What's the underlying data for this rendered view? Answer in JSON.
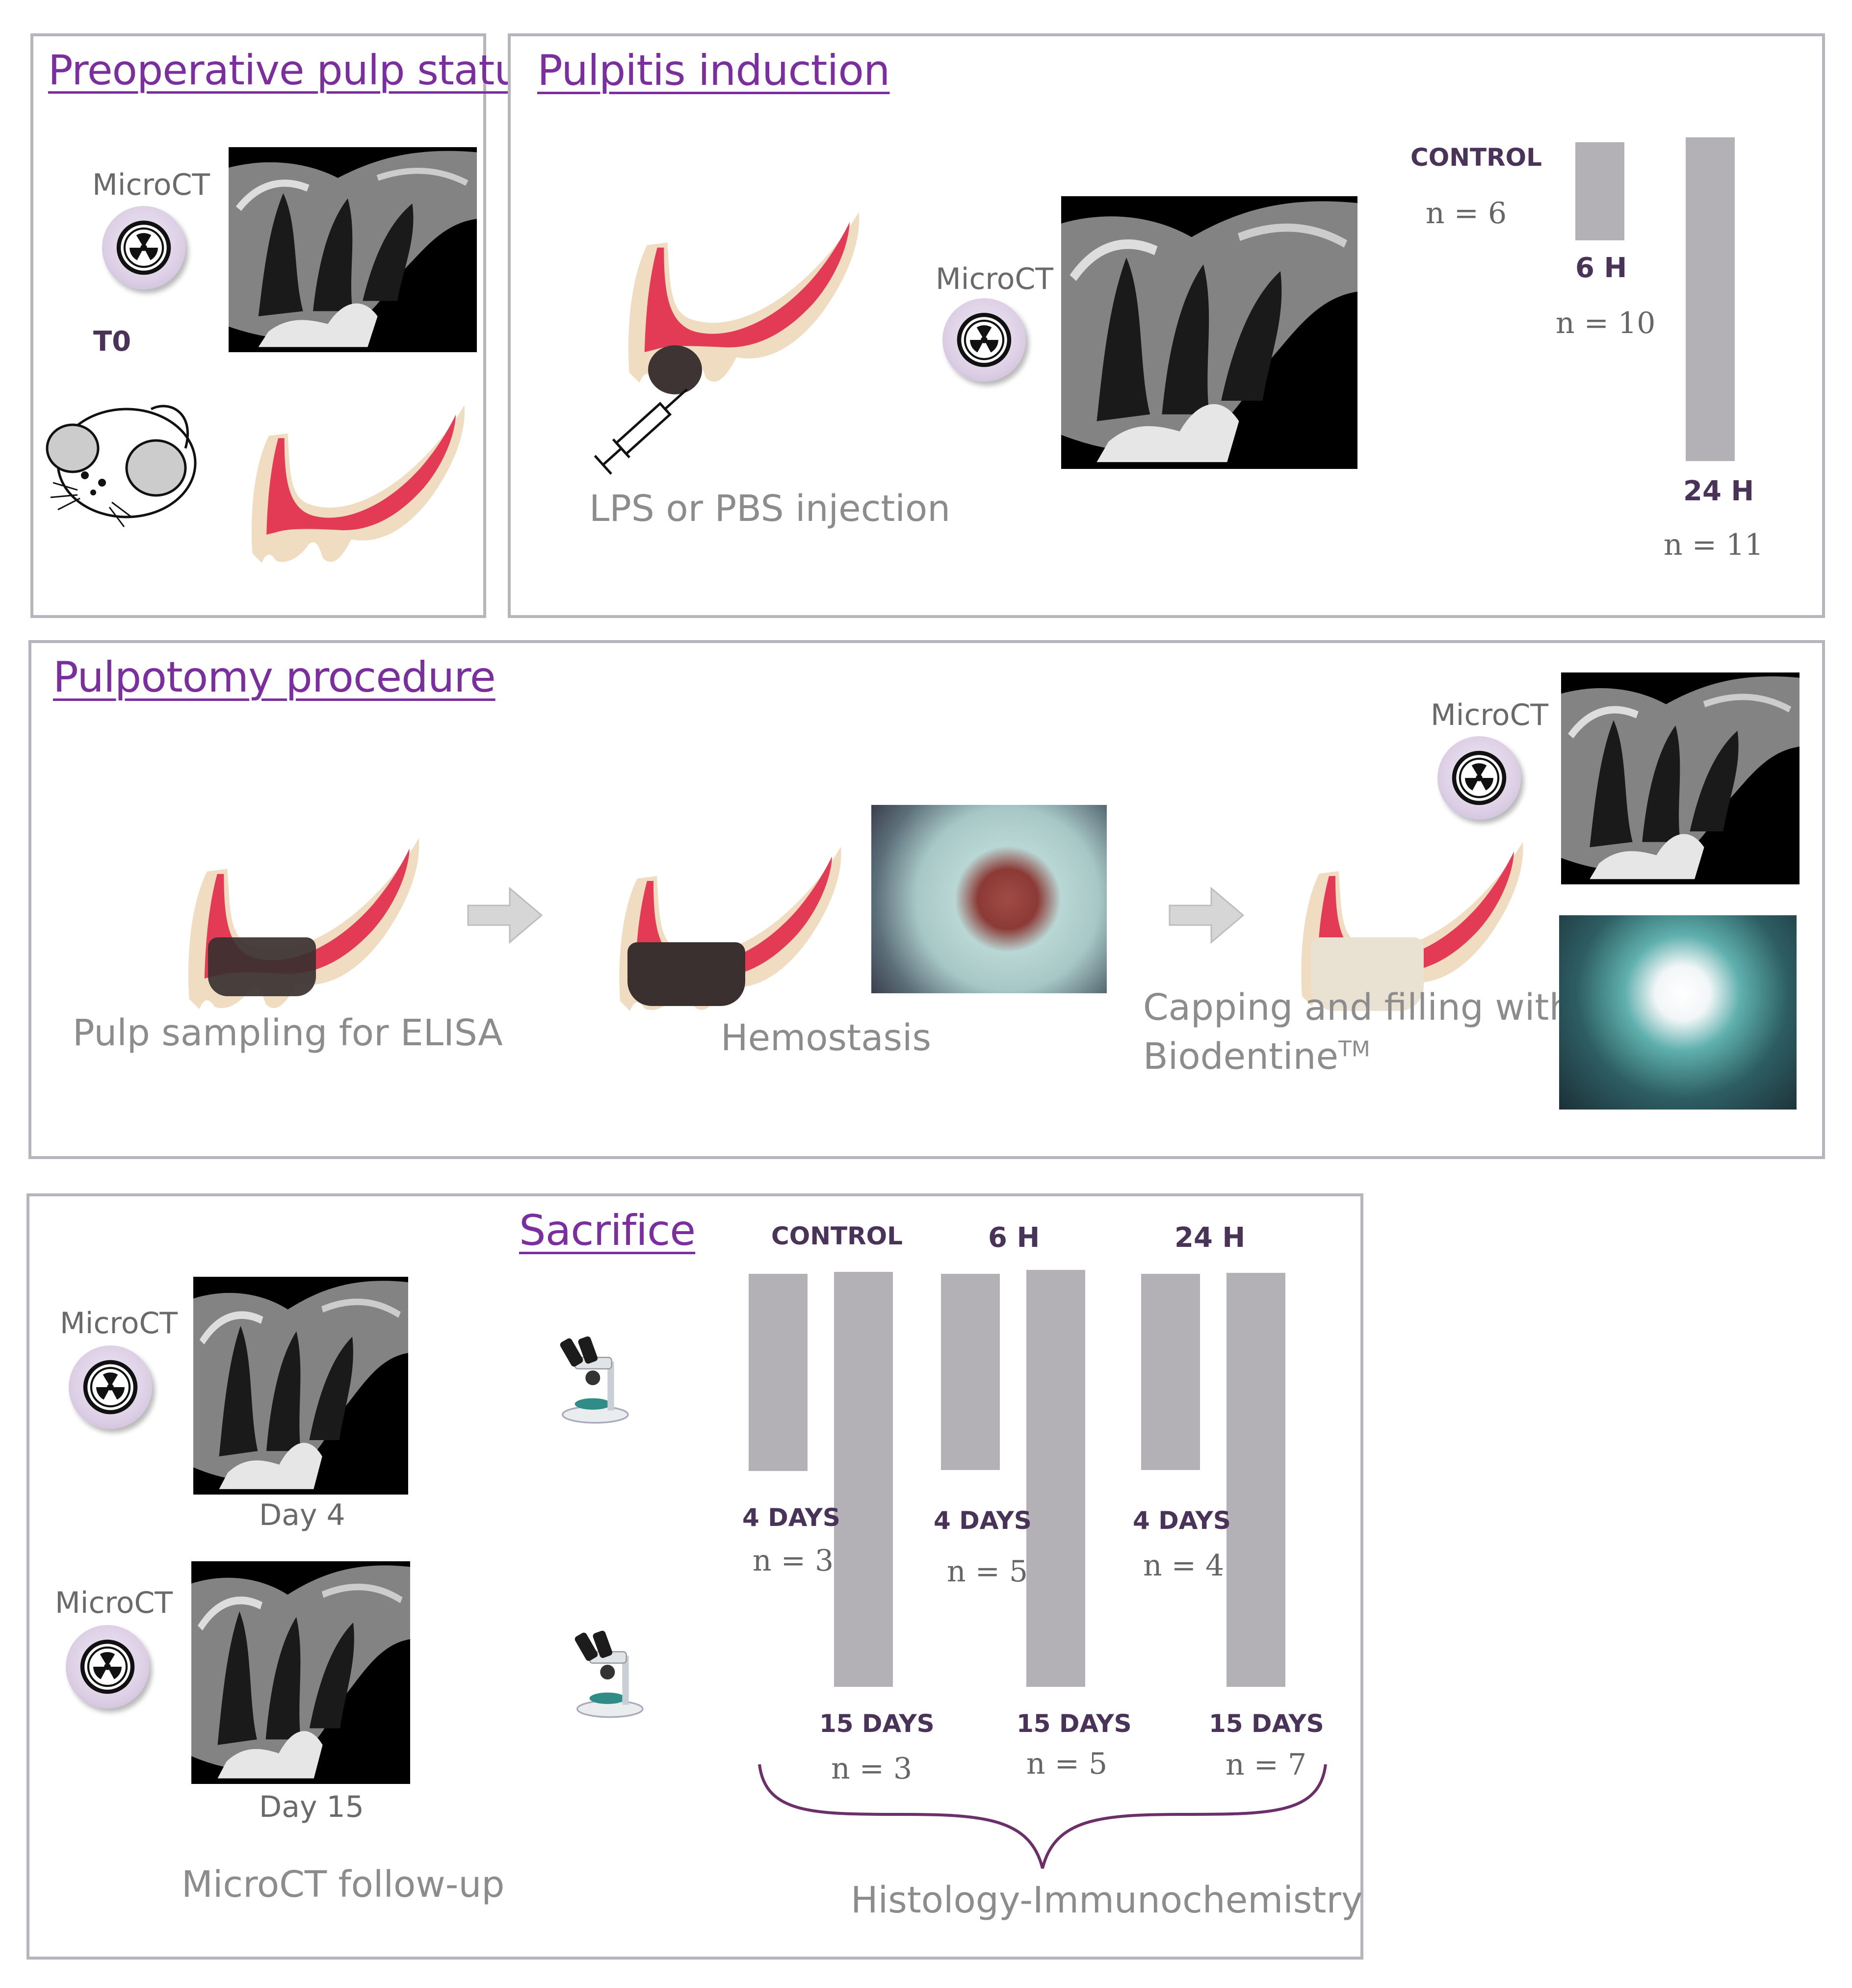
{
  "preop": {
    "title": "Preoperative pulp status",
    "microct": "MicroCT",
    "t0": "T0"
  },
  "pulpitis": {
    "title": "Pulpitis induction",
    "microct": "MicroCT",
    "injection": "LPS or PBS injection",
    "groups": [
      {
        "label": "CONTROL",
        "n": "n = 6",
        "bar_relative_height": 0
      },
      {
        "label": "6 H",
        "n": "n = 10",
        "bar_relative_height": 0.3
      },
      {
        "label": "24 H",
        "n": "n = 11",
        "bar_relative_height": 1.0
      }
    ]
  },
  "pulpotomy": {
    "title": "Pulpotomy procedure",
    "microct": "MicroCT",
    "steps": [
      {
        "label": "Pulp sampling for ELISA"
      },
      {
        "label": "Hemostasis"
      },
      {
        "label_line1": "Capping and filling with",
        "label_line2": "Biodentine",
        "label_tm": "TM"
      }
    ]
  },
  "sacrifice": {
    "title": "Sacrifice",
    "microct_a": "MicroCT",
    "microct_b": "MicroCT",
    "day4": "Day 4",
    "day15": "Day 15",
    "followup": "MicroCT follow-up",
    "histology": "Histology-Immunochemistry",
    "groups": [
      {
        "label": "CONTROL",
        "short": {
          "label": "4 DAYS",
          "n": "n = 3"
        },
        "long": {
          "label": "15 DAYS",
          "n": "n = 3"
        }
      },
      {
        "label": "6 H",
        "short": {
          "label": "4 DAYS",
          "n": "n = 5"
        },
        "long": {
          "label": "15 DAYS",
          "n": "n = 5"
        }
      },
      {
        "label": "24 H",
        "short": {
          "label": "4 DAYS",
          "n": "n = 4"
        },
        "long": {
          "label": "15 DAYS",
          "n": "n = 7"
        }
      }
    ]
  },
  "colors": {
    "title": "#7b2f9e",
    "panel_border": "#b8b4be",
    "bar": "#b4b1b6",
    "pulp": "#e33a55",
    "dentin": "#f0dcc1",
    "group_label": "#4a3358"
  },
  "icons": [
    "radiation-icon",
    "mouse-icon",
    "syringe-icon",
    "arrow-right-icon",
    "microscope-icon",
    "brace-icon"
  ]
}
